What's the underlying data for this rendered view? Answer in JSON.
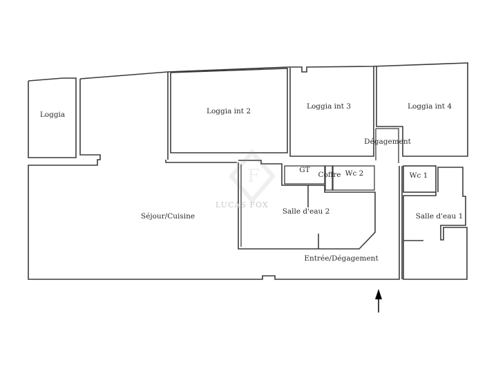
{
  "floorplan": {
    "rooms": {
      "loggia": "Loggia",
      "loggia_int_2": "Loggia int 2",
      "loggia_int_3": "Loggia int 3",
      "loggia_int_4": "Loggia int 4",
      "degagement": "Dégagement",
      "gt": "GT",
      "coffre": "Coffre",
      "wc_2": "Wc 2",
      "wc_1": "Wc 1",
      "sejour_cuisine": "Séjour/Cuisine",
      "salle_deau_2": "Salle d'eau 2",
      "salle_deau_1": "Salle d'eau 1",
      "entree_degagement": "Entrée/Dégagement"
    },
    "entrance_arrow": "entrance-arrow",
    "watermark": "LUCAS FOX",
    "colors": {
      "wall": "#3a3a3a",
      "background": "#ffffff",
      "text": "#2a2a2a"
    }
  }
}
